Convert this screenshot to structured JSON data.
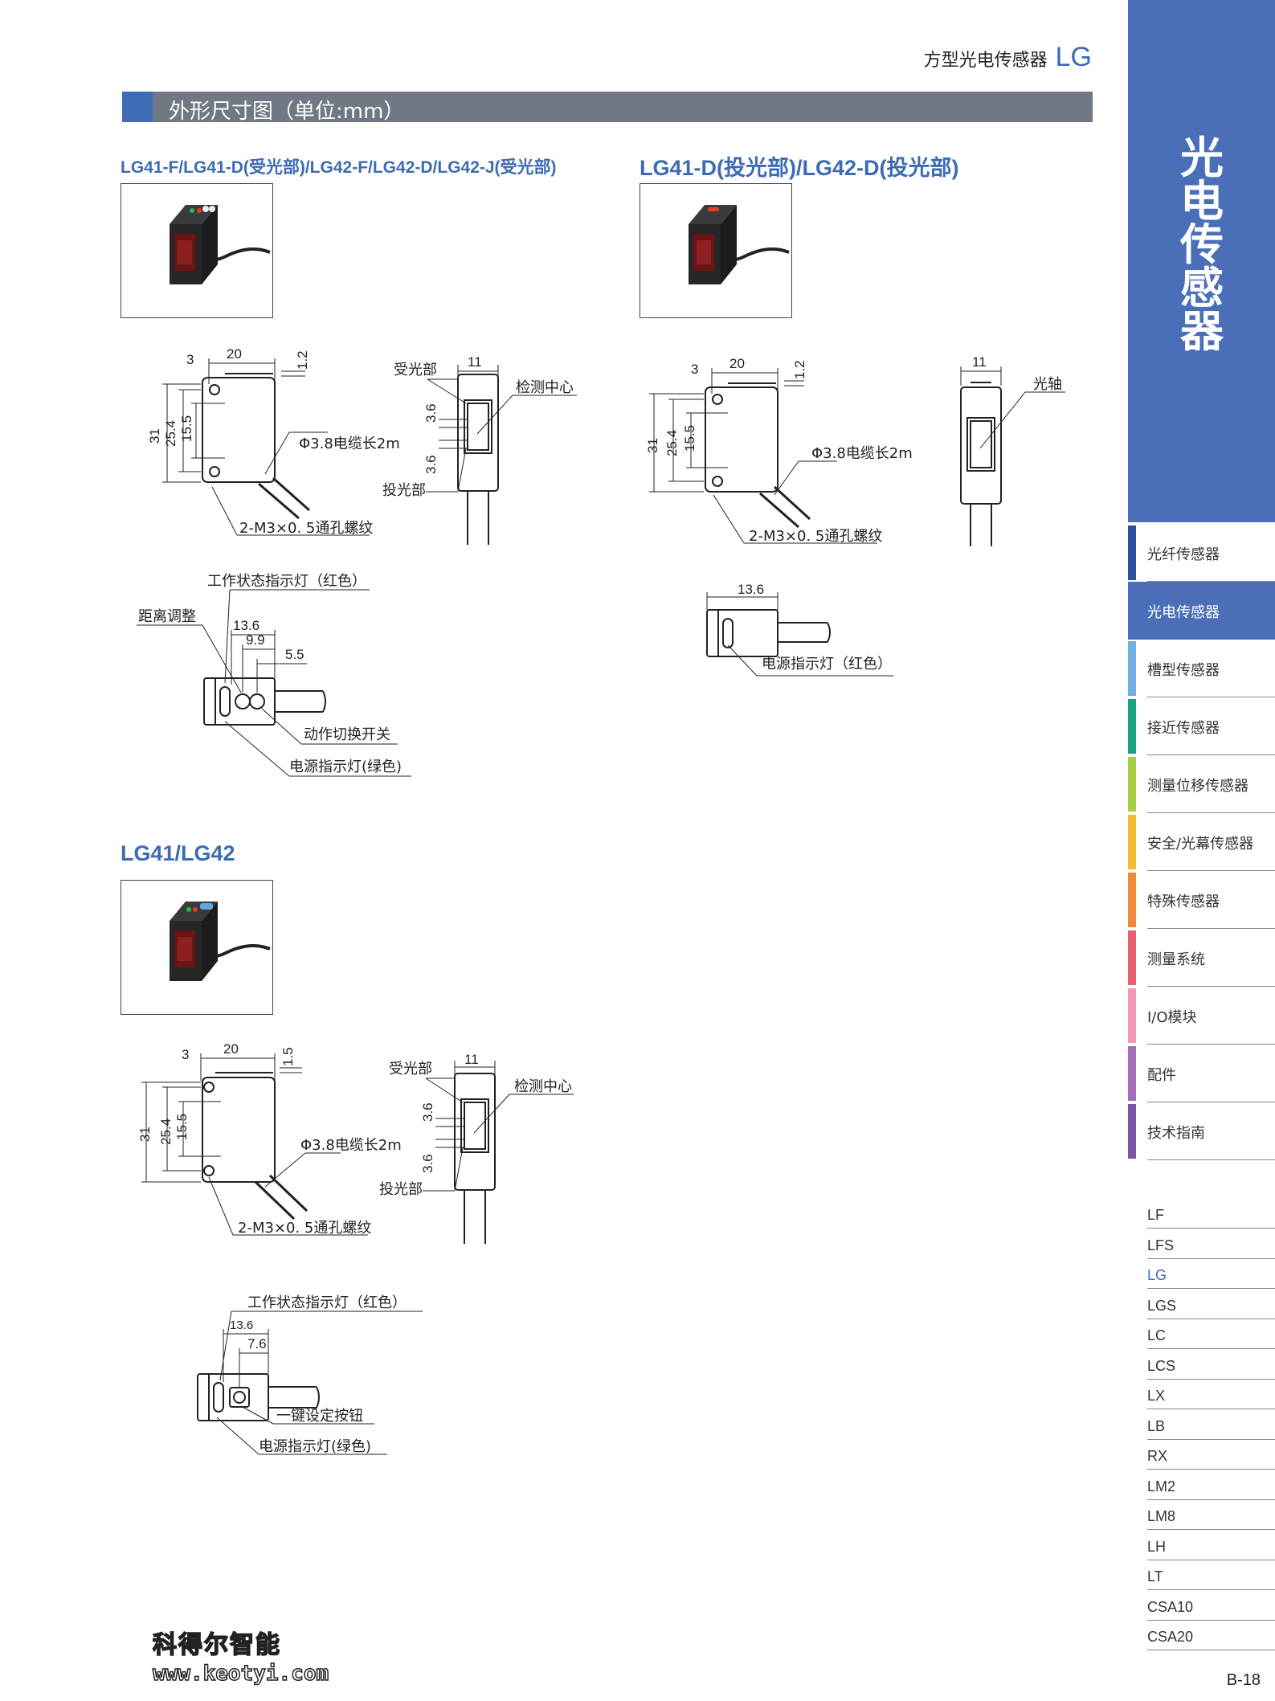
{
  "header": {
    "title_cn": "方型光电传感器",
    "title_model": "LG"
  },
  "section": {
    "title": "外形尺寸图（单位:mm）"
  },
  "block1": {
    "title": "LG41-F/LG41-D(受光部)/LG42-F/LG42-D/LG42-J(受光部)",
    "dims": {
      "d20": "20",
      "d3": "3",
      "d12": "1.2",
      "d31": "31",
      "d254": "25.4",
      "d155": "15.5",
      "d11": "11",
      "d36a": "3.6",
      "d36b": "3.6",
      "d136": "13.6",
      "d99": "9.9",
      "d55": "5.5"
    },
    "labels": {
      "cable": "Φ3.8电缆长2m",
      "screw": "2-M3×0. 5通孔螺纹",
      "receiver": "受光部",
      "center": "检测中心",
      "emitter": "投光部",
      "status_led": "工作状态指示灯（红色）",
      "distance": "距离调整",
      "switch": "动作切换开关",
      "power_led": "电源指示灯(绿色)"
    }
  },
  "block2": {
    "title": "LG41-D(投光部)/LG42-D(投光部)",
    "dims": {
      "d20": "20",
      "d3": "3",
      "d12": "1.2",
      "d31": "31",
      "d254": "25.4",
      "d155": "15.5",
      "d11": "11",
      "d136": "13.6"
    },
    "labels": {
      "cable": "Φ3.8电缆长2m",
      "screw": "2-M3×0. 5通孔螺纹",
      "axis": "光轴",
      "power_led": "电源指示灯（红色）"
    }
  },
  "block3": {
    "title": "LG41/LG42",
    "dims": {
      "d20": "20",
      "d3": "3",
      "d15": "1.5",
      "d31": "31",
      "d254": "25.4",
      "d155": "15.5",
      "d11": "11",
      "d36a": "3.6",
      "d36b": "3.6",
      "d136": "13.6",
      "d76": "7.6"
    },
    "labels": {
      "cable": "Φ3.8电缆长2m",
      "screw": "2-M3×0. 5通孔螺纹",
      "receiver": "受光部",
      "center": "检测中心",
      "emitter": "投光部",
      "status_led": "工作状态指示灯（红色）",
      "button": "一键设定按钮",
      "power_led": "电源指示灯(绿色)"
    }
  },
  "sidebar": {
    "heading": "光电传感器",
    "categories": [
      {
        "label": "光纤传感器",
        "color": "#2c4f9e"
      },
      {
        "label": "光电传感器",
        "color": "#4a6fb8"
      },
      {
        "label": "槽型传感器",
        "color": "#6fb0e0"
      },
      {
        "label": "接近传感器",
        "color": "#1aa37a"
      },
      {
        "label": "测量位移传感器",
        "color": "#a6cf45"
      },
      {
        "label": "安全/光幕传感器",
        "color": "#f3bd2d"
      },
      {
        "label": "特殊传感器",
        "color": "#ee8a3a"
      },
      {
        "label": "测量系统",
        "color": "#e65f73"
      },
      {
        "label": "I/O模块",
        "color": "#f29ab5"
      },
      {
        "label": "配件",
        "color": "#a46fb7"
      },
      {
        "label": "技术指南",
        "color": "#7b56a4"
      }
    ],
    "models": [
      "LF",
      "LFS",
      "LG",
      "LGS",
      "LC",
      "LCS",
      "LX",
      "LB",
      "RX",
      "LM2",
      "LM8",
      "LH",
      "LT",
      "CSA10",
      "CSA20"
    ]
  },
  "page_number": "B-18",
  "watermark": {
    "line1": "科得尔智能",
    "line2": "www.keotyi.com"
  }
}
